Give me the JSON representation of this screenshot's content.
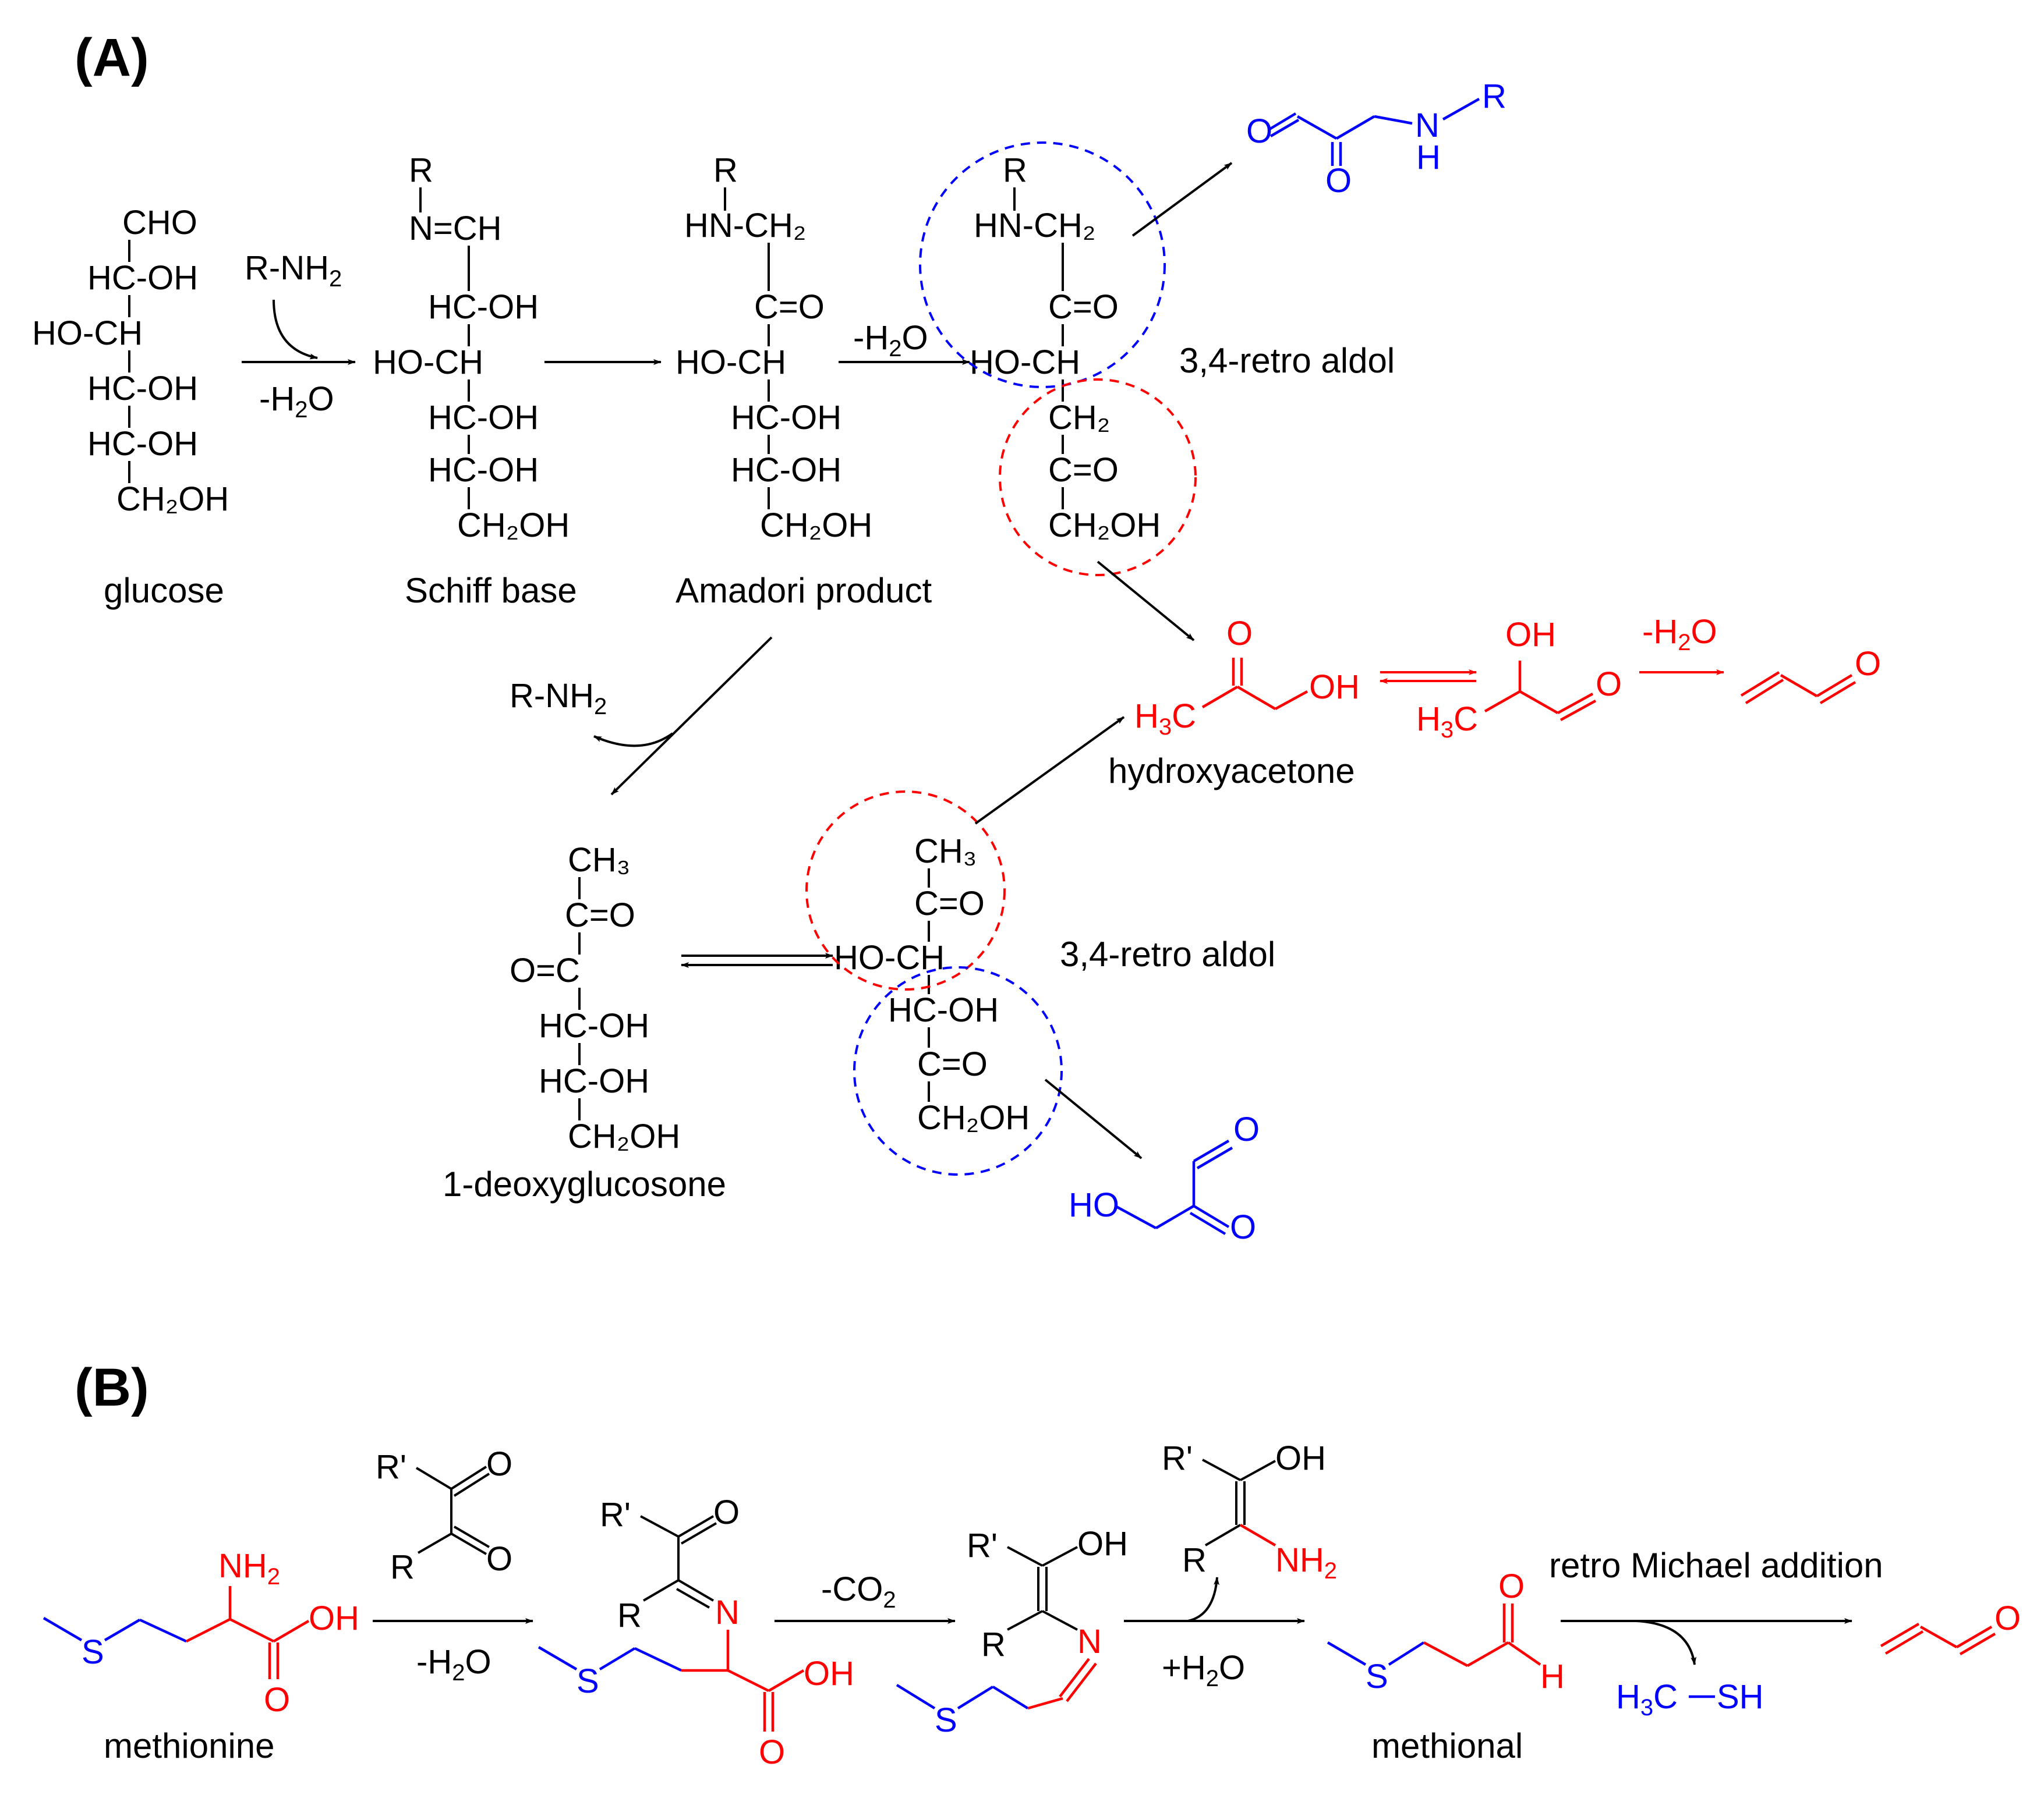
{
  "colors": {
    "red": "#ff0000",
    "blue": "#0000ff",
    "black": "#000000"
  },
  "panels": {
    "a": "(A)",
    "b": "(B)"
  },
  "labels": {
    "glucose": "glucose",
    "schiff": "Schiff base",
    "amadori": "Amadori product",
    "deoxy": "1-deoxyglucosone",
    "hydroxyacetone": "hydroxyacetone",
    "methionine": "methionine",
    "methional": "methional"
  },
  "reagents": {
    "rnh2_a": "R-NH",
    "rnh2_b": "R-NH",
    "sub2": "2",
    "minus_h2o_1a": "-H",
    "minus_h2o_1b": "O",
    "minus_h2o_2a": "-H",
    "minus_h2o_2b": "O",
    "minus_h2o_3a": "-H",
    "minus_h2o_3b": "O",
    "minus_h2o_4a": "-H",
    "minus_h2o_4b": "O",
    "minus_co2a": "-CO",
    "plus_h2o_a": "+H",
    "plus_h2o_b": "O",
    "retro_aldol_1": "3,4-retro aldol",
    "retro_aldol_2": "3,4-retro aldol",
    "retro_michael": "retro Michael addition"
  },
  "glucose_rows": [
    "CHO",
    "HC-OH",
    "HO-CH",
    "HC-OH",
    "HC-OH",
    "CH₂OH"
  ],
  "schiff_rows": [
    "R",
    "N=CH",
    "HC-OH",
    "HO-CH",
    "HC-OH",
    "HC-OH",
    "CH₂OH"
  ],
  "amadori_rows": [
    "R",
    "HN-CH₂",
    "C=O",
    "HO-CH",
    "HC-OH",
    "HC-OH",
    "CH₂OH"
  ],
  "split_rows": [
    "R",
    "HN-CH₂",
    "C=O",
    "HO-CH",
    "CH₂",
    "C=O",
    "CH₂OH"
  ],
  "deoxy_rows": [
    "CH₃",
    "C=O",
    "O=C",
    "HC-OH",
    "HC-OH",
    "CH₂OH"
  ],
  "deoxy_enol_rows": [
    "CH₃",
    "C=O",
    "HO-CH",
    "HC-OH",
    "C=O",
    "CH₂OH"
  ],
  "atoms": {
    "o": "O",
    "oh": "OH",
    "n": "N",
    "h": "H",
    "r": "R",
    "rp": "R'",
    "nh2": "NH",
    "h3c": "H",
    "c": "C",
    "s": "S",
    "sh": "SH",
    "ho": "HO"
  }
}
